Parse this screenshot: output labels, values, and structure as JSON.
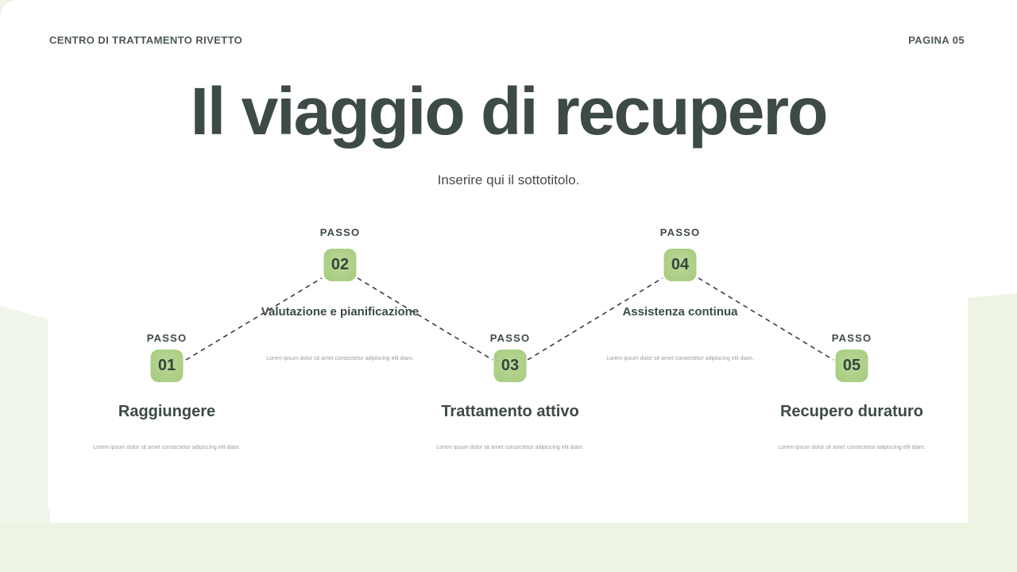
{
  "header": {
    "brand": "CENTRO DI TRATTAMENTO RIVETTO",
    "page": "PAGINA 05"
  },
  "title": "Il viaggio di recupero",
  "subtitle": "Inserire qui  il sottotitolo.",
  "step_label": "PASSO",
  "steps": [
    {
      "number": "01",
      "name": "Raggiungere",
      "description": "Lorem ipsum dolor sit amet consectetur adipiscing elit diam."
    },
    {
      "number": "02",
      "name": "Valutazione e pianificazione",
      "description": "Lorem ipsum dolor sit amet consectetur adipiscing elit diam."
    },
    {
      "number": "03",
      "name": "Trattamento attivo",
      "description": "Lorem ipsum dolor sit amet consectetur adipiscing elit diam."
    },
    {
      "number": "04",
      "name": "Assistenza continua",
      "description": "Lorem ipsum dolor sit amet consectetur adipiscing elit diam."
    },
    {
      "number": "05",
      "name": "Recupero duraturo",
      "description": "Lorem ipsum dolor sit amet consectetur adipiscing elit diam."
    }
  ],
  "colors": {
    "accent_green": "#a9cd82",
    "dark_text": "#3d4b44",
    "background_tint": "#eef4e4",
    "connector": "#3d3d3d",
    "muted_text": "#9b9b9b"
  }
}
